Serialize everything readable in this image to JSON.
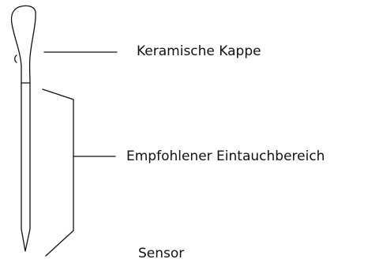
{
  "labels": {
    "ceramic_cap": "Keramische Kappe",
    "immersion_zone": "Empfohlener Eintauchbereich",
    "sensor": "Sensor"
  },
  "colors": {
    "line": "#111111",
    "background": "#ffffff"
  }
}
